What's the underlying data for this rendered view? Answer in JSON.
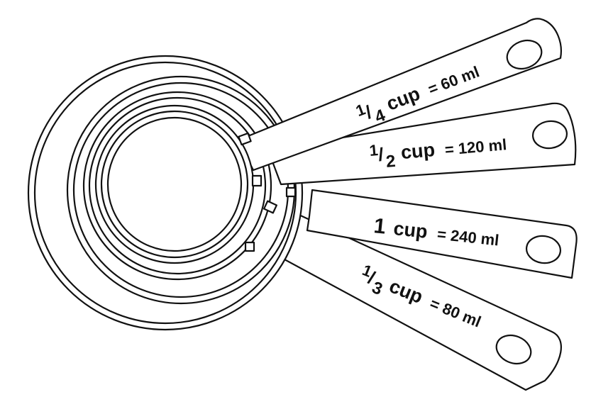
{
  "cups": [
    {
      "id": "quarter",
      "whole": "",
      "numerator": "1",
      "denominator": "4",
      "unit": "cup",
      "equals": "= 60 ml"
    },
    {
      "id": "half",
      "whole": "",
      "numerator": "1",
      "denominator": "2",
      "unit": "cup",
      "equals": "= 120 ml"
    },
    {
      "id": "one",
      "whole": "1",
      "numerator": "",
      "denominator": "",
      "unit": "cup",
      "equals": "= 240 ml"
    },
    {
      "id": "third",
      "whole": "",
      "numerator": "1",
      "denominator": "3",
      "unit": "cup",
      "equals": "= 80 ml"
    }
  ],
  "colors": {
    "stroke": "#111111",
    "fill": "#ffffff"
  }
}
